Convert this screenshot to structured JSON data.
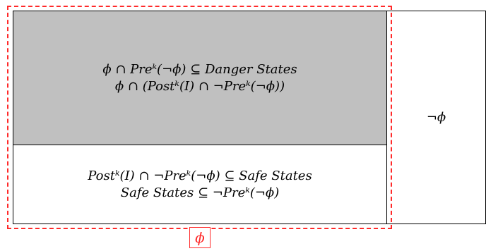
{
  "regions": {
    "danger": {
      "line1": "ϕ ∩ Preᵏ(¬ϕ) ⊆ Danger States",
      "line2": "ϕ ∩ (Postᵏ(I) ∩ ¬Preᵏ(¬ϕ))",
      "fill": "#c0c0c0"
    },
    "safe": {
      "line1": "Postᵏ(I) ∩ ¬Preᵏ(¬ϕ) ⊆ Safe States",
      "line2": "Safe States ⊆ ¬Preᵏ(¬ϕ)",
      "fill": "#ffffff"
    },
    "not_phi": {
      "label": "¬ϕ"
    }
  },
  "phi_region": {
    "label": "ϕ",
    "outline_color": "#ff2a2a"
  }
}
